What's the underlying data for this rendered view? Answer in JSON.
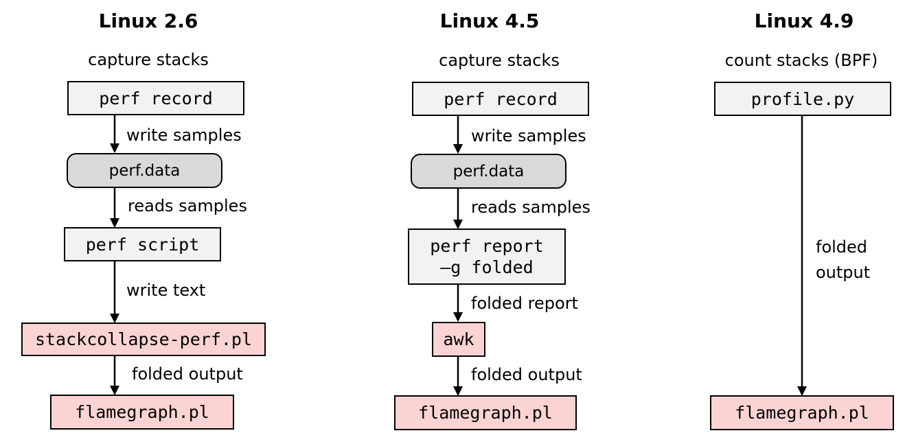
{
  "columns": [
    {
      "title": "Linux 2.6",
      "caption": "capture stacks",
      "nodes": [
        {
          "label": "perf record"
        },
        {
          "label": "perf.data"
        },
        {
          "label": "perf script"
        },
        {
          "label": "stackcollapse-perf.pl"
        },
        {
          "label": "flamegraph.pl"
        }
      ],
      "edges": [
        {
          "label": "write samples"
        },
        {
          "label": "reads samples"
        },
        {
          "label": "write text"
        },
        {
          "label": "folded output"
        }
      ]
    },
    {
      "title": "Linux 4.5",
      "caption": "capture stacks",
      "nodes": [
        {
          "label": "perf record"
        },
        {
          "label": "perf.data"
        },
        {
          "label": "perf report\n–g folded"
        },
        {
          "label": "awk"
        },
        {
          "label": "flamegraph.pl"
        }
      ],
      "edges": [
        {
          "label": "write samples"
        },
        {
          "label": "reads samples"
        },
        {
          "label": "folded report"
        },
        {
          "label": "folded output"
        }
      ]
    },
    {
      "title": "Linux 4.9",
      "caption": "count stacks (BPF)",
      "nodes": [
        {
          "label": "profile.py"
        },
        {
          "label": "flamegraph.pl"
        }
      ],
      "edges": [
        {
          "label": "folded\noutput"
        }
      ]
    }
  ]
}
